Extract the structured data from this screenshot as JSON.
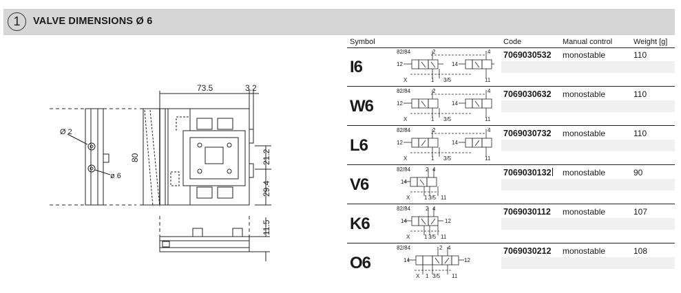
{
  "header": {
    "number": "1",
    "title": "VALVE DIMENSIONS Ø 6"
  },
  "drawing": {
    "dim_width": "73.5",
    "dim_offset": "3.2",
    "dim_height": "80",
    "dim_21": "21.2",
    "dim_29": "29.4",
    "dim_11": "11.5",
    "hole_small": "Ø 2",
    "hole_port": "ø 6"
  },
  "table": {
    "headers": {
      "symbol": "Symbol",
      "code": "Code",
      "manual": "Manual control",
      "weight": "Weight [g]"
    },
    "rows": [
      {
        "symbol": "I6",
        "code": "7069030532",
        "manual": "monostable",
        "weight": "110"
      },
      {
        "symbol": "W6",
        "code": "7069030632",
        "manual": "monostable",
        "weight": "110"
      },
      {
        "symbol": "L6",
        "code": "7069030732",
        "manual": "monostable",
        "weight": "110"
      },
      {
        "symbol": "V6",
        "code": "7069030132",
        "manual": "monostable",
        "weight": "90"
      },
      {
        "symbol": "K6",
        "code": "7069030112",
        "manual": "monostable",
        "weight": "107"
      },
      {
        "symbol": "O6",
        "code": "7069030212",
        "manual": "monostable",
        "weight": "108"
      }
    ],
    "ports": {
      "p8284": "82/84",
      "p2": "2",
      "p4": "4",
      "p12": "12",
      "p14": "14",
      "px": "X",
      "p1": "1",
      "p35": "3/5",
      "p11": "11"
    }
  }
}
